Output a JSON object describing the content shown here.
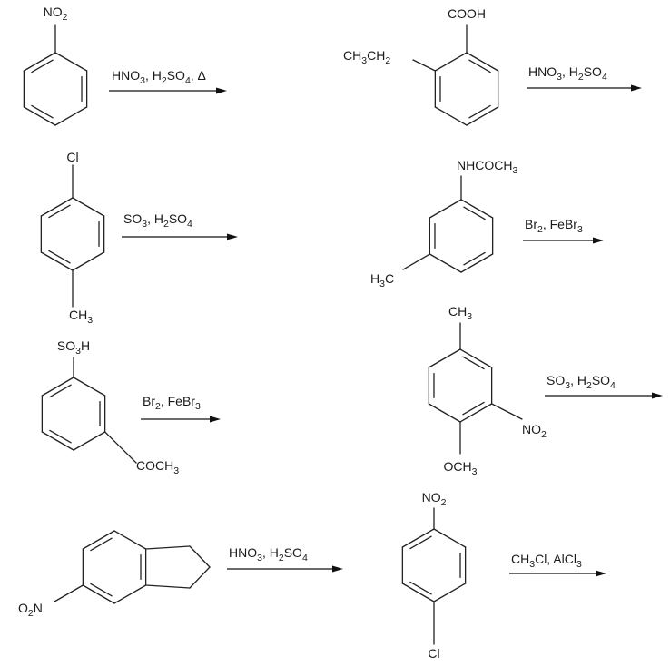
{
  "reactions": [
    {
      "reagent": {
        "parts": [
          {
            "t": "HNO"
          },
          {
            "t": "3",
            "sub": true
          },
          {
            "t": ", H"
          },
          {
            "t": "2",
            "sub": true
          },
          {
            "t": "SO"
          },
          {
            "t": "4",
            "sub": true
          },
          {
            "t": ", Δ"
          }
        ]
      },
      "substituents": [
        {
          "parts": [
            {
              "t": "NO"
            },
            {
              "t": "2",
              "sub": true
            }
          ]
        }
      ]
    },
    {
      "reagent": {
        "parts": [
          {
            "t": "HNO"
          },
          {
            "t": "3",
            "sub": true
          },
          {
            "t": ", H"
          },
          {
            "t": "2",
            "sub": true
          },
          {
            "t": "SO"
          },
          {
            "t": "4",
            "sub": true
          }
        ]
      },
      "substituents": [
        {
          "parts": [
            {
              "t": "COOH"
            }
          ]
        },
        {
          "parts": [
            {
              "t": "CH"
            },
            {
              "t": "3",
              "sub": true
            },
            {
              "t": "CH"
            },
            {
              "t": "2",
              "sub": true
            }
          ]
        }
      ]
    },
    {
      "reagent": {
        "parts": [
          {
            "t": "SO"
          },
          {
            "t": "3",
            "sub": true
          },
          {
            "t": ", H"
          },
          {
            "t": "2",
            "sub": true
          },
          {
            "t": "SO"
          },
          {
            "t": "4",
            "sub": true
          }
        ]
      },
      "substituents": [
        {
          "parts": [
            {
              "t": "Cl"
            }
          ]
        },
        {
          "parts": [
            {
              "t": "CH"
            },
            {
              "t": "3",
              "sub": true
            }
          ]
        }
      ]
    },
    {
      "reagent": {
        "parts": [
          {
            "t": "Br"
          },
          {
            "t": "2",
            "sub": true
          },
          {
            "t": ", FeBr"
          },
          {
            "t": "3",
            "sub": true
          }
        ]
      },
      "substituents": [
        {
          "parts": [
            {
              "t": "NHCOCH"
            },
            {
              "t": "3",
              "sub": true
            }
          ]
        },
        {
          "parts": [
            {
              "t": "H"
            },
            {
              "t": "3",
              "sub": true
            },
            {
              "t": "C"
            }
          ]
        }
      ]
    },
    {
      "reagent": {
        "parts": [
          {
            "t": "Br"
          },
          {
            "t": "2",
            "sub": true
          },
          {
            "t": ", FeBr"
          },
          {
            "t": "3",
            "sub": true
          }
        ]
      },
      "substituents": [
        {
          "parts": [
            {
              "t": "SO"
            },
            {
              "t": "3",
              "sub": true
            },
            {
              "t": "H"
            }
          ]
        },
        {
          "parts": [
            {
              "t": "COCH"
            },
            {
              "t": "3",
              "sub": true
            }
          ]
        }
      ]
    },
    {
      "reagent": {
        "parts": [
          {
            "t": "SO"
          },
          {
            "t": "3",
            "sub": true
          },
          {
            "t": ", H"
          },
          {
            "t": "2",
            "sub": true
          },
          {
            "t": "SO"
          },
          {
            "t": "4",
            "sub": true
          }
        ]
      },
      "substituents": [
        {
          "parts": [
            {
              "t": "CH"
            },
            {
              "t": "3",
              "sub": true
            }
          ]
        },
        {
          "parts": [
            {
              "t": "NO"
            },
            {
              "t": "2",
              "sub": true
            }
          ]
        },
        {
          "parts": [
            {
              "t": "OCH"
            },
            {
              "t": "3",
              "sub": true
            }
          ]
        }
      ]
    },
    {
      "reagent": {
        "parts": [
          {
            "t": "HNO"
          },
          {
            "t": "3",
            "sub": true
          },
          {
            "t": ", H"
          },
          {
            "t": "2",
            "sub": true
          },
          {
            "t": "SO"
          },
          {
            "t": "4",
            "sub": true
          }
        ]
      },
      "substituents": [
        {
          "parts": [
            {
              "t": "O"
            },
            {
              "t": "2",
              "sub": true
            },
            {
              "t": "N"
            }
          ]
        }
      ]
    },
    {
      "reagent": {
        "parts": [
          {
            "t": "CH"
          },
          {
            "t": "3",
            "sub": true
          },
          {
            "t": "Cl, AlCl"
          },
          {
            "t": "3",
            "sub": true
          }
        ]
      },
      "substituents": [
        {
          "parts": [
            {
              "t": "NO"
            },
            {
              "t": "2",
              "sub": true
            }
          ]
        },
        {
          "parts": [
            {
              "t": "Cl"
            }
          ]
        }
      ]
    }
  ]
}
